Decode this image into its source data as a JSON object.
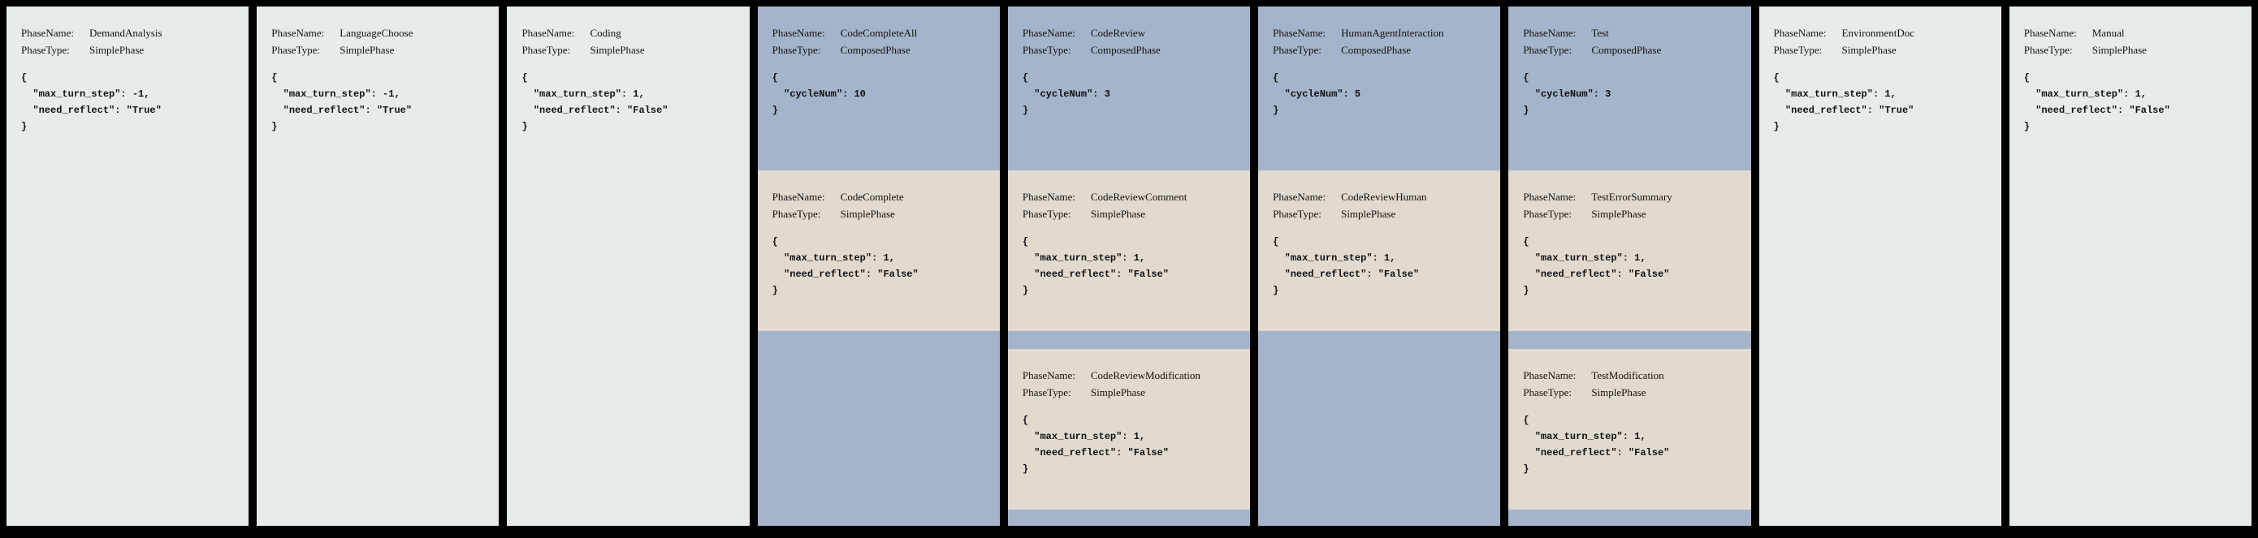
{
  "colors": {
    "background": "#000000",
    "simple_phase_bg": "#e8ebeb",
    "composed_phase_bg": "#a4b4ca",
    "nested_phase_bg": "#e1dace",
    "text": "#111111"
  },
  "labels": {
    "phase_name": "PhaseName:",
    "phase_type": "PhaseType:"
  },
  "phases": [
    {
      "name": "DemandAnalysis",
      "type": "SimplePhase",
      "config": "{\n  \"max_turn_step\": -1,\n  \"need_reflect\": \"True\"\n}"
    },
    {
      "name": "LanguageChoose",
      "type": "SimplePhase",
      "config": "{\n  \"max_turn_step\": -1,\n  \"need_reflect\": \"True\"\n}"
    },
    {
      "name": "Coding",
      "type": "SimplePhase",
      "config": "{\n  \"max_turn_step\": 1,\n  \"need_reflect\": \"False\"\n}"
    },
    {
      "name": "CodeCompleteAll",
      "type": "ComposedPhase",
      "config": "{\n  \"cycleNum\": 10\n}",
      "children": [
        {
          "name": "CodeComplete",
          "type": "SimplePhase",
          "config": "{\n  \"max_turn_step\": 1,\n  \"need_reflect\": \"False\"\n}"
        }
      ]
    },
    {
      "name": "CodeReview",
      "type": "ComposedPhase",
      "config": "{\n  \"cycleNum\": 3\n}",
      "children": [
        {
          "name": "CodeReviewComment",
          "type": "SimplePhase",
          "config": "{\n  \"max_turn_step\": 1,\n  \"need_reflect\": \"False\"\n}"
        },
        {
          "name": "CodeReviewModification",
          "type": "SimplePhase",
          "config": "{\n  \"max_turn_step\": 1,\n  \"need_reflect\": \"False\"\n}"
        }
      ]
    },
    {
      "name": "HumanAgentInteraction",
      "type": "ComposedPhase",
      "config": "{\n  \"cycleNum\": 5\n}",
      "children": [
        {
          "name": "CodeReviewHuman",
          "type": "SimplePhase",
          "config": "{\n  \"max_turn_step\": 1,\n  \"need_reflect\": \"False\"\n}"
        }
      ]
    },
    {
      "name": "Test",
      "type": "ComposedPhase",
      "config": "{\n  \"cycleNum\": 3\n}",
      "children": [
        {
          "name": "TestErrorSummary",
          "type": "SimplePhase",
          "config": "{\n  \"max_turn_step\": 1,\n  \"need_reflect\": \"False\"\n}"
        },
        {
          "name": "TestModification",
          "type": "SimplePhase",
          "config": "{\n  \"max_turn_step\": 1,\n  \"need_reflect\": \"False\"\n}"
        }
      ]
    },
    {
      "name": "EnvironmentDoc",
      "type": "SimplePhase",
      "config": "{\n  \"max_turn_step\": 1,\n  \"need_reflect\": \"True\"\n}"
    },
    {
      "name": "Manual",
      "type": "SimplePhase",
      "config": "{\n  \"max_turn_step\": 1,\n  \"need_reflect\": \"False\"\n}"
    }
  ]
}
